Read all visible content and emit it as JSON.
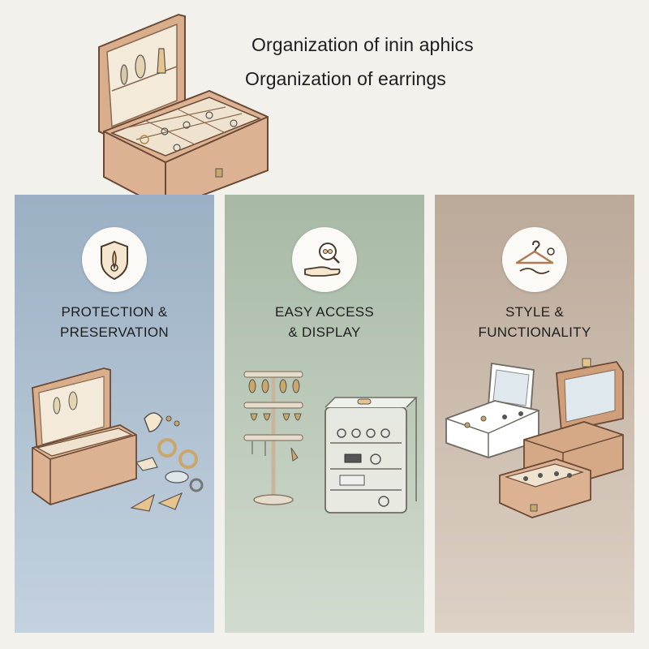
{
  "header": {
    "title_line_1": "Organization of inin aphics",
    "title_line_2": "Organization of earrings"
  },
  "panels": [
    {
      "heading_line_1": "PROTECTION &",
      "heading_line_2": "PRESERVATION",
      "icon": "shield-pendant-icon",
      "color": "#9bb0c4"
    },
    {
      "heading_line_1": "EASY ACCESS",
      "heading_line_2": "& DISPLAY",
      "icon": "hand-magnifier-earrings-icon",
      "color": "#a7b9a5"
    },
    {
      "heading_line_1": "STYLE &",
      "heading_line_2": "FUNCTIONALITY",
      "icon": "hanger-icon",
      "color": "#bba999"
    }
  ]
}
